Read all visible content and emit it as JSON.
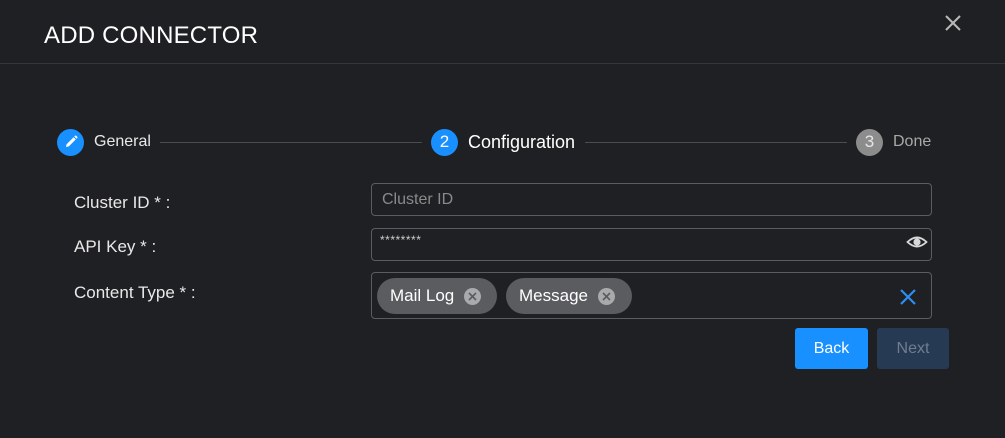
{
  "dialog": {
    "title": "ADD CONNECTOR"
  },
  "stepper": {
    "steps": [
      {
        "label": "General",
        "number": "",
        "state": "completed",
        "icon": "pencil-icon"
      },
      {
        "label": "Configuration",
        "number": "2",
        "state": "active"
      },
      {
        "label": "Done",
        "number": "3",
        "state": "pending"
      }
    ]
  },
  "form": {
    "cluster_id": {
      "label": "Cluster ID * :",
      "placeholder": "Cluster ID",
      "value": ""
    },
    "api_key": {
      "label": "API Key * :",
      "value": "********"
    },
    "content_type": {
      "label": "Content Type * :",
      "tags": [
        "Mail Log",
        "Message"
      ]
    }
  },
  "buttons": {
    "back": "Back",
    "next": "Next"
  },
  "colors": {
    "background": "#1f2023",
    "accent": "#1890ff",
    "disabled_button": "#273a53"
  }
}
